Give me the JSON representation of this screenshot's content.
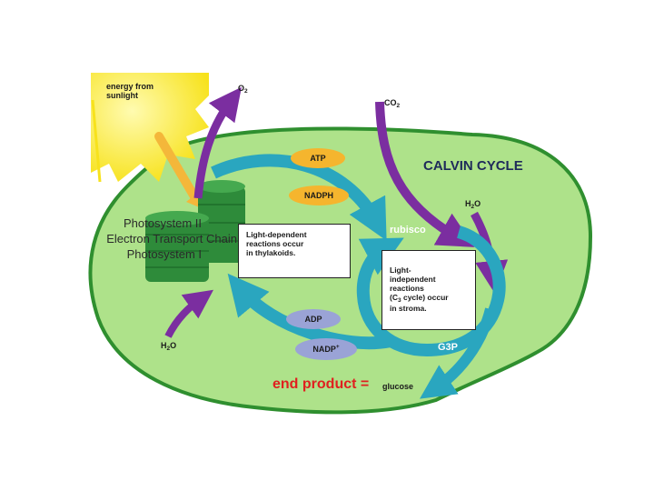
{
  "labels": {
    "energy_from_sunlight": "energy from\nsunlight",
    "o2": "O",
    "o2_sub": "2",
    "co2": "CO",
    "co2_sub": "2",
    "atp": "ATP",
    "nadph": "NADPH",
    "calvin_cycle": "CALVIN CYCLE",
    "h2o_top": "H",
    "h2o_top_sub": "2",
    "h2o_top_tail": "O",
    "photosystem_ii": "Photosystem II",
    "electron_transport_chain": "Electron Transport Chain",
    "photosystem_i": "Photosystem I",
    "light_dependent_box": "Light-dependent\nreactions occur\nin thylakoids.",
    "rubisco": "rubisco",
    "light_independent_box_a": "Light-\nindependent\nreactions\n(C",
    "light_independent_box_sub": "3",
    "light_independent_box_b": " cycle) occur\nin stroma.",
    "adp": "ADP",
    "nadp": "NADP",
    "nadp_sup": "+",
    "h2o_bottom": "H",
    "h2o_bottom_sub": "2",
    "h2o_bottom_tail": "O",
    "g3p": "G3P",
    "end_product": "end product =",
    "glucose": "glucose"
  },
  "colors": {
    "chloroplast_fill": "#aee28a",
    "chloroplast_outline": "#2f8f2f",
    "thylakoid": "#2e8b3a",
    "sun": "#f7e21c",
    "sun_ray": "#f4b73a",
    "purple_arrow": "#7b2ea0",
    "teal_arrow": "#2aa6bf",
    "pill_orange": "#f5b52e",
    "pill_blue": "#9aa3d6",
    "end_product_red": "#e0201f",
    "rubisco_text": "#ffffff"
  }
}
